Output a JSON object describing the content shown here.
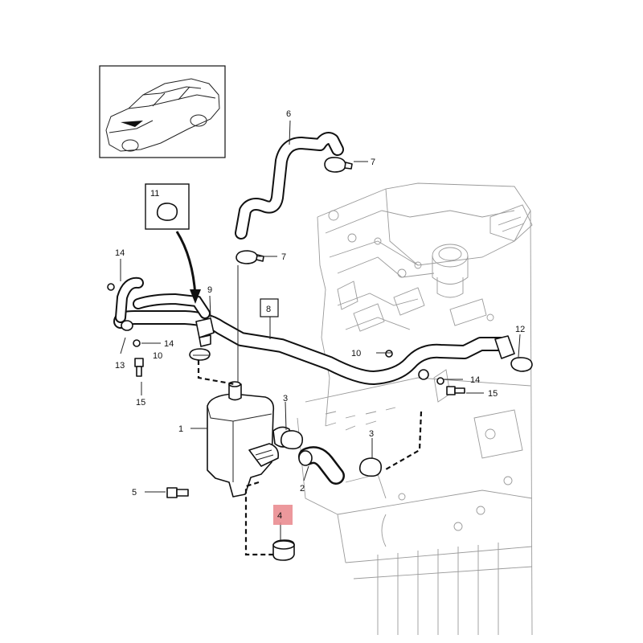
{
  "callouts": {
    "c1": "1",
    "c2": "2",
    "c3a": "3",
    "c3b": "3",
    "c4": "4",
    "c5": "5",
    "c6": "6",
    "c7a": "7",
    "c7b": "7",
    "c8": "8",
    "c9": "9",
    "c10a": "10",
    "c10b": "10",
    "c11": "11",
    "c12": "12",
    "c13": "13",
    "c14a": "14",
    "c14b": "14",
    "c14c": "14",
    "c15a": "15",
    "c15b": "15"
  },
  "colors": {
    "highlight": "#e9868b",
    "ink": "#111111",
    "engine": "#9a9a9a"
  },
  "icons": [
    "car-thumbnail-icon",
    "hose-clamp-icon",
    "bolt-icon",
    "oil-trap-icon"
  ]
}
